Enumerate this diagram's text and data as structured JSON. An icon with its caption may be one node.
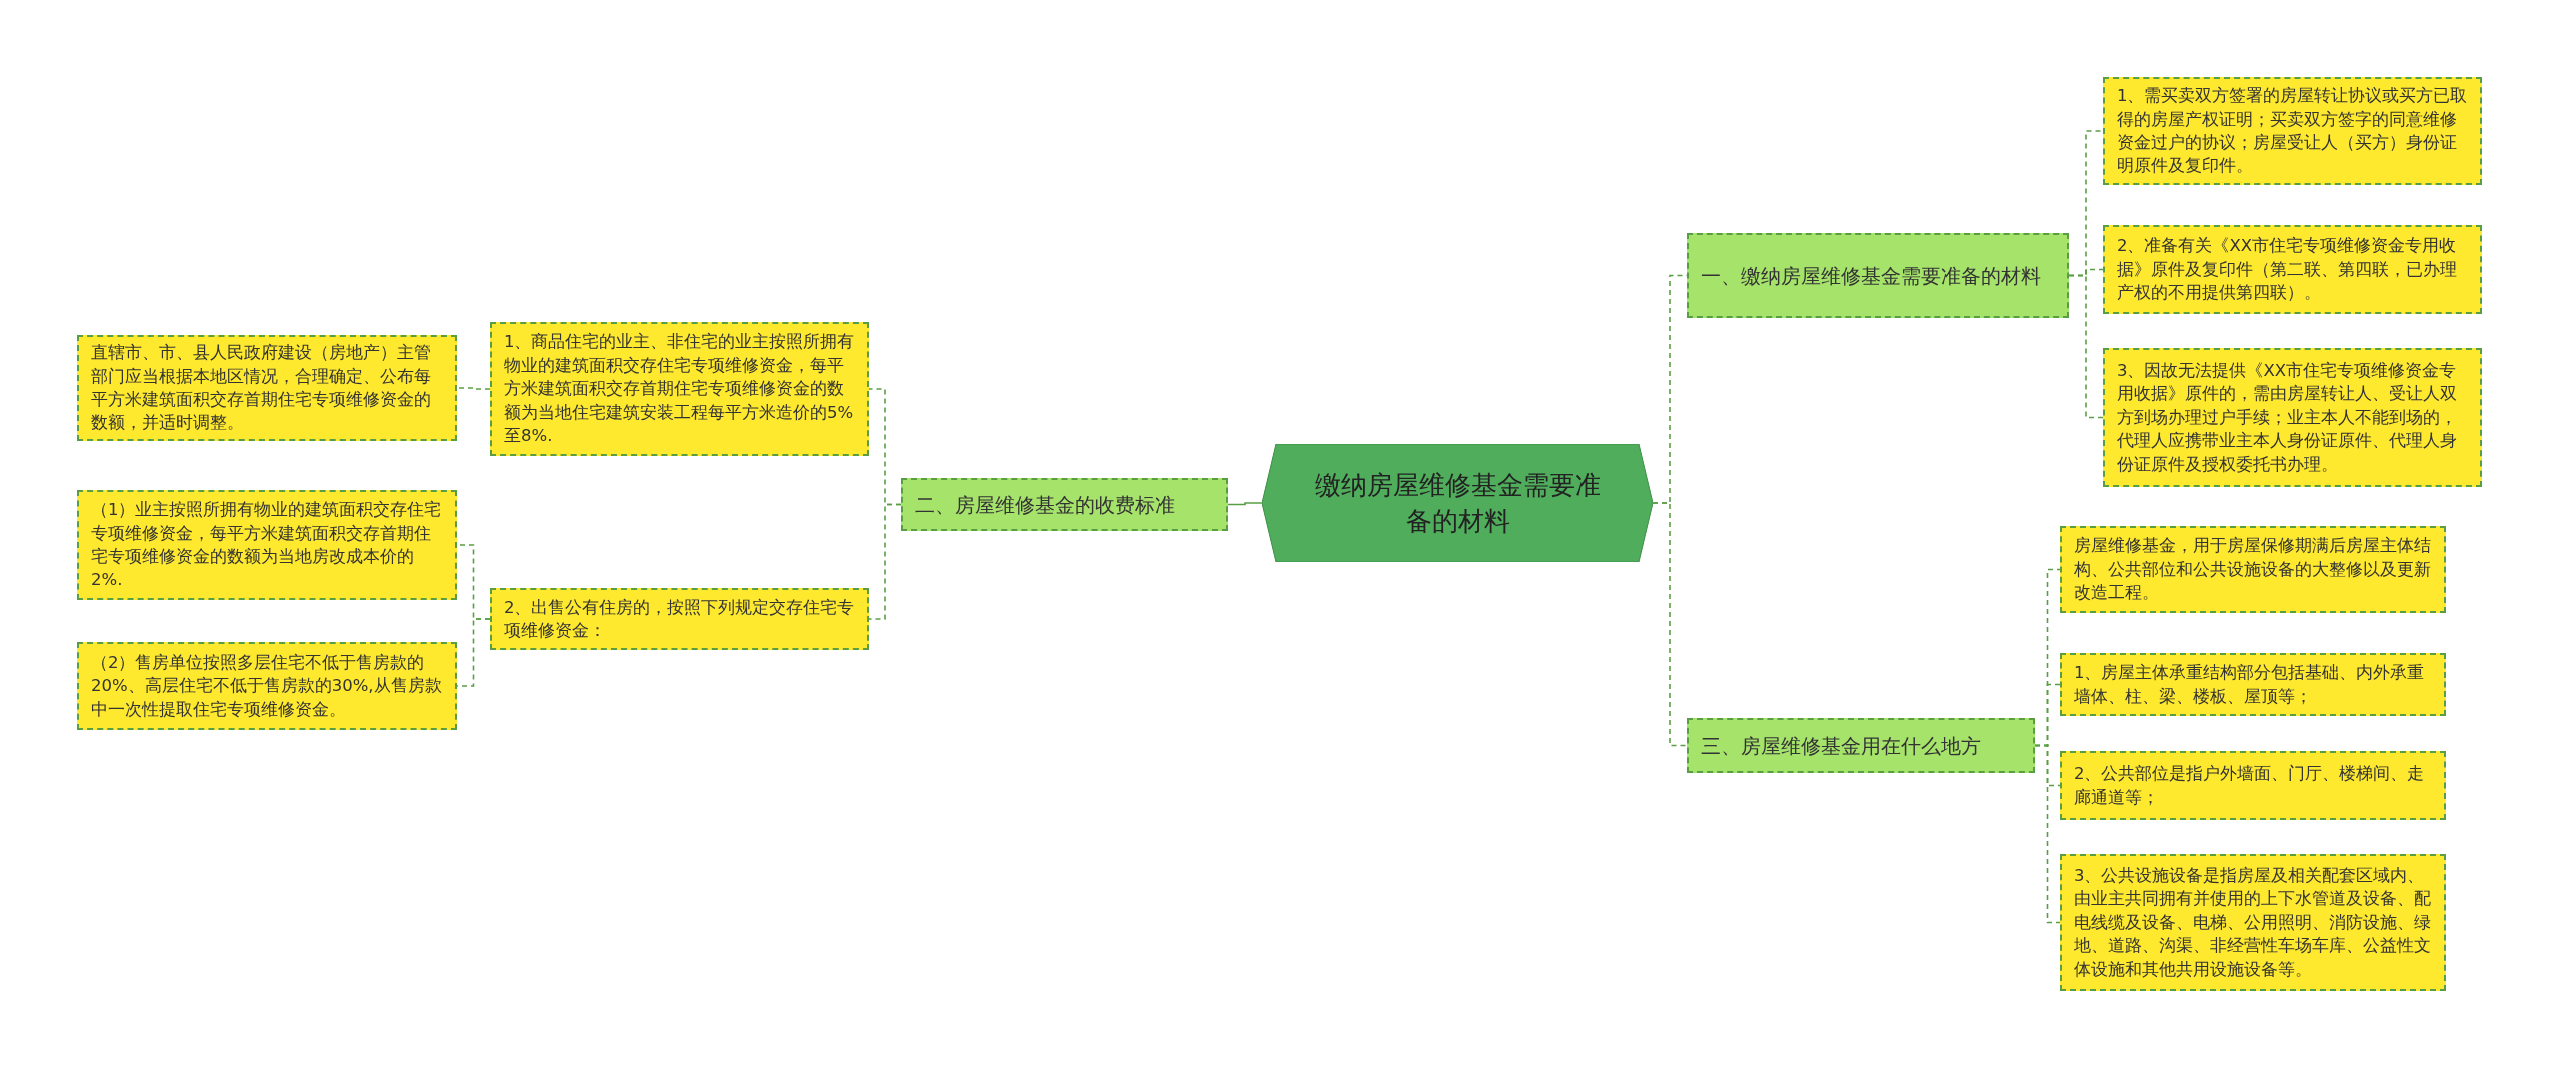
{
  "diagram": {
    "nodes": [
      {
        "text": [
          "缴纳房屋维修基金需要准备的材料"
        ]
      },
      {
        "text": [
          "二、房屋维修基金的收费标准"
        ]
      },
      {
        "text": [
          "1、商品住宅的业主、非住宅的业主按照所拥有物业的建筑面积交存住宅专项维修资金，每平方米建筑面积交存首期住宅专项维修资金的数额为当地住宅建筑安装工程每平方米造价的5%至8%."
        ]
      },
      {
        "text": [
          "直辖市、市、县人民政府建设（房地产）主管部门应当根据本地区情况，合理确定、公布每平方米建筑面积交存首期住宅专项维修资金的数额，并适时调整。"
        ]
      },
      {
        "text": [
          "2、出售公有住房的，按照下列规定交存住宅专项维修资金："
        ]
      },
      {
        "text": [
          "（1）业主按照所拥有物业的建筑面积交存住宅专项维修资金，每平方米建筑面积交存首期住宅专项维修资金的数额为当地房改成本价的2%."
        ]
      },
      {
        "text": [
          "（2）售房单位按照多层住宅不低于售房款的20%、高层住宅不低于售房款的30%,从售房款中一次性提取住宅专项维修资金。"
        ]
      },
      {
        "text": [
          "一、缴纳房屋维修基金需要准备的材料"
        ]
      },
      {
        "text": [
          "1、需买卖双方签署的房屋转让协议或买方已取得的房屋产权证明；买卖双方签字的同意维修资金过户的协议；房屋受让人（买方）身份证明原件及复印件。"
        ]
      },
      {
        "text": [
          "2、准备有关《XX市住宅专项维修资金专用收据》原件及复印件（第二联、第四联，已办理产权的不用提供第四联）。"
        ]
      },
      {
        "text": [
          "3、因故无法提供《XX市住宅专项维修资金专用收据》原件的，需由房屋转让人、受让人双方到场办理过户手续；业主本人不能到场的，代理人应携带业主本人身份证原件、代理人身份证原件及授权委托书办理。"
        ]
      },
      {
        "text": [
          "三、房屋维修基金用在什么地方"
        ]
      },
      {
        "text": [
          "房屋维修基金，用于房屋保修期满后房屋主体结构、公共部位和公共设施设备的大整修以及更新改造工程。"
        ]
      },
      {
        "text": [
          "1、房屋主体承重结构部分包括基础、内外承重墙体、柱、梁、楼板、屋顶等；"
        ]
      },
      {
        "text": [
          "2、公共部位是指户外墙面、门厅、楼梯间、走廊通道等；"
        ]
      },
      {
        "text": [
          "3、公共设施设备是指房屋及相关配套区域内、由业主共同拥有并使用的上下水管道及设备、配电线缆及设备、电梯、公用照明、消防设施、绿地、道路、沟渠、非经营性车场车库、公益性文体设施和其他共用设施设备等。"
        ]
      }
    ],
    "edges": [
      {
        "from": 0,
        "to": 1,
        "arrow": "none"
      },
      {
        "from": 1,
        "to": 2,
        "arrow": "none",
        "style": "dashed"
      },
      {
        "from": 1,
        "to": 4,
        "arrow": "none",
        "style": "dashed"
      },
      {
        "from": 2,
        "to": 3,
        "arrow": "none",
        "style": "dashed"
      },
      {
        "from": 4,
        "to": 5,
        "arrow": "none",
        "style": "dashed"
      },
      {
        "from": 4,
        "to": 6,
        "arrow": "none",
        "style": "dashed"
      },
      {
        "from": 0,
        "to": 7,
        "arrow": "none",
        "style": "dashed"
      },
      {
        "from": 0,
        "to": 11,
        "arrow": "none",
        "style": "dashed"
      },
      {
        "from": 7,
        "to": 8,
        "arrow": "none",
        "style": "dashed"
      },
      {
        "from": 7,
        "to": 9,
        "arrow": "none",
        "style": "dashed"
      },
      {
        "from": 7,
        "to": 10,
        "arrow": "none",
        "style": "dashed"
      },
      {
        "from": 11,
        "to": 12,
        "arrow": "none",
        "style": "dashed"
      },
      {
        "from": 11,
        "to": 13,
        "arrow": "none",
        "style": "dashed"
      },
      {
        "from": 11,
        "to": 14,
        "arrow": "none",
        "style": "dashed"
      },
      {
        "from": 11,
        "to": 15,
        "arrow": "none",
        "style": "dashed"
      }
    ]
  }
}
